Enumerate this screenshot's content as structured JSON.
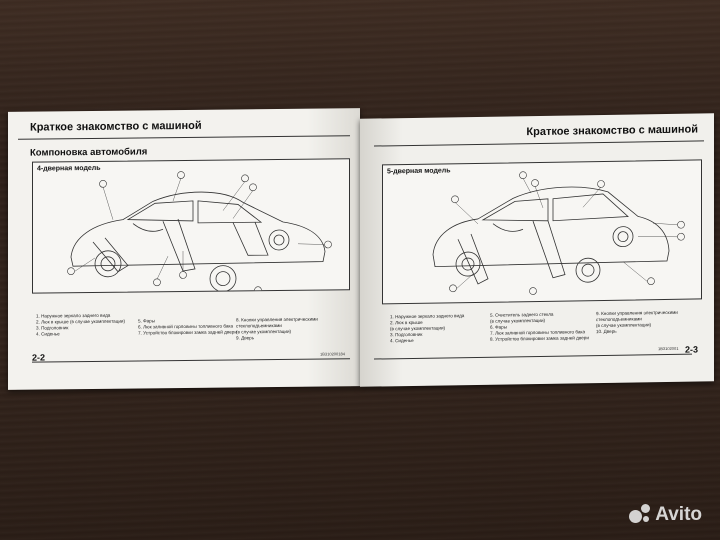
{
  "left_page": {
    "header": "Краткое знакомство с машиной",
    "subtitle": "Компоновка автомобиля",
    "model": "4-дверная модель",
    "legend_col1": [
      "1. Наружное зеркало заднего вида",
      "2. Люк в крыше (в случае укомплектации)",
      "3. Подголовник",
      "4. Сиденье"
    ],
    "legend_col2": [
      "5. Фары",
      "6. Люк заливной горловины топливного бака",
      "7. Устройство блокировки замка задней двери"
    ],
    "legend_col3": [
      "8. Кнопки управления электрическими",
      "стеклоподъемниками",
      "(в случае укомплектации)",
      "9. Дверь"
    ],
    "page_number": "2-2",
    "code": "1B310200184"
  },
  "right_page": {
    "header": "Краткое знакомство с машиной",
    "model": "5-дверная модель",
    "legend_col1": [
      "1. Наружное зеркало заднего вида",
      "2. Люк в крыше",
      "(в случае укомплектации)",
      "3. Подголовник",
      "4. Сиденье"
    ],
    "legend_col2": [
      "5. Очиститель заднего стекла",
      "(в случае укомплектации)",
      "6. Фары",
      "7. Люк заливной горловины топливного бака",
      "8. Устройство блокировки замка задней двери"
    ],
    "legend_col3": [
      "9. Кнопки управления электрическими",
      "стеклоподъемниками",
      "(в случае укомплектации)",
      "10. Дверь"
    ],
    "page_number": "2-3",
    "code": "1B3102001"
  },
  "watermark": "Avito"
}
